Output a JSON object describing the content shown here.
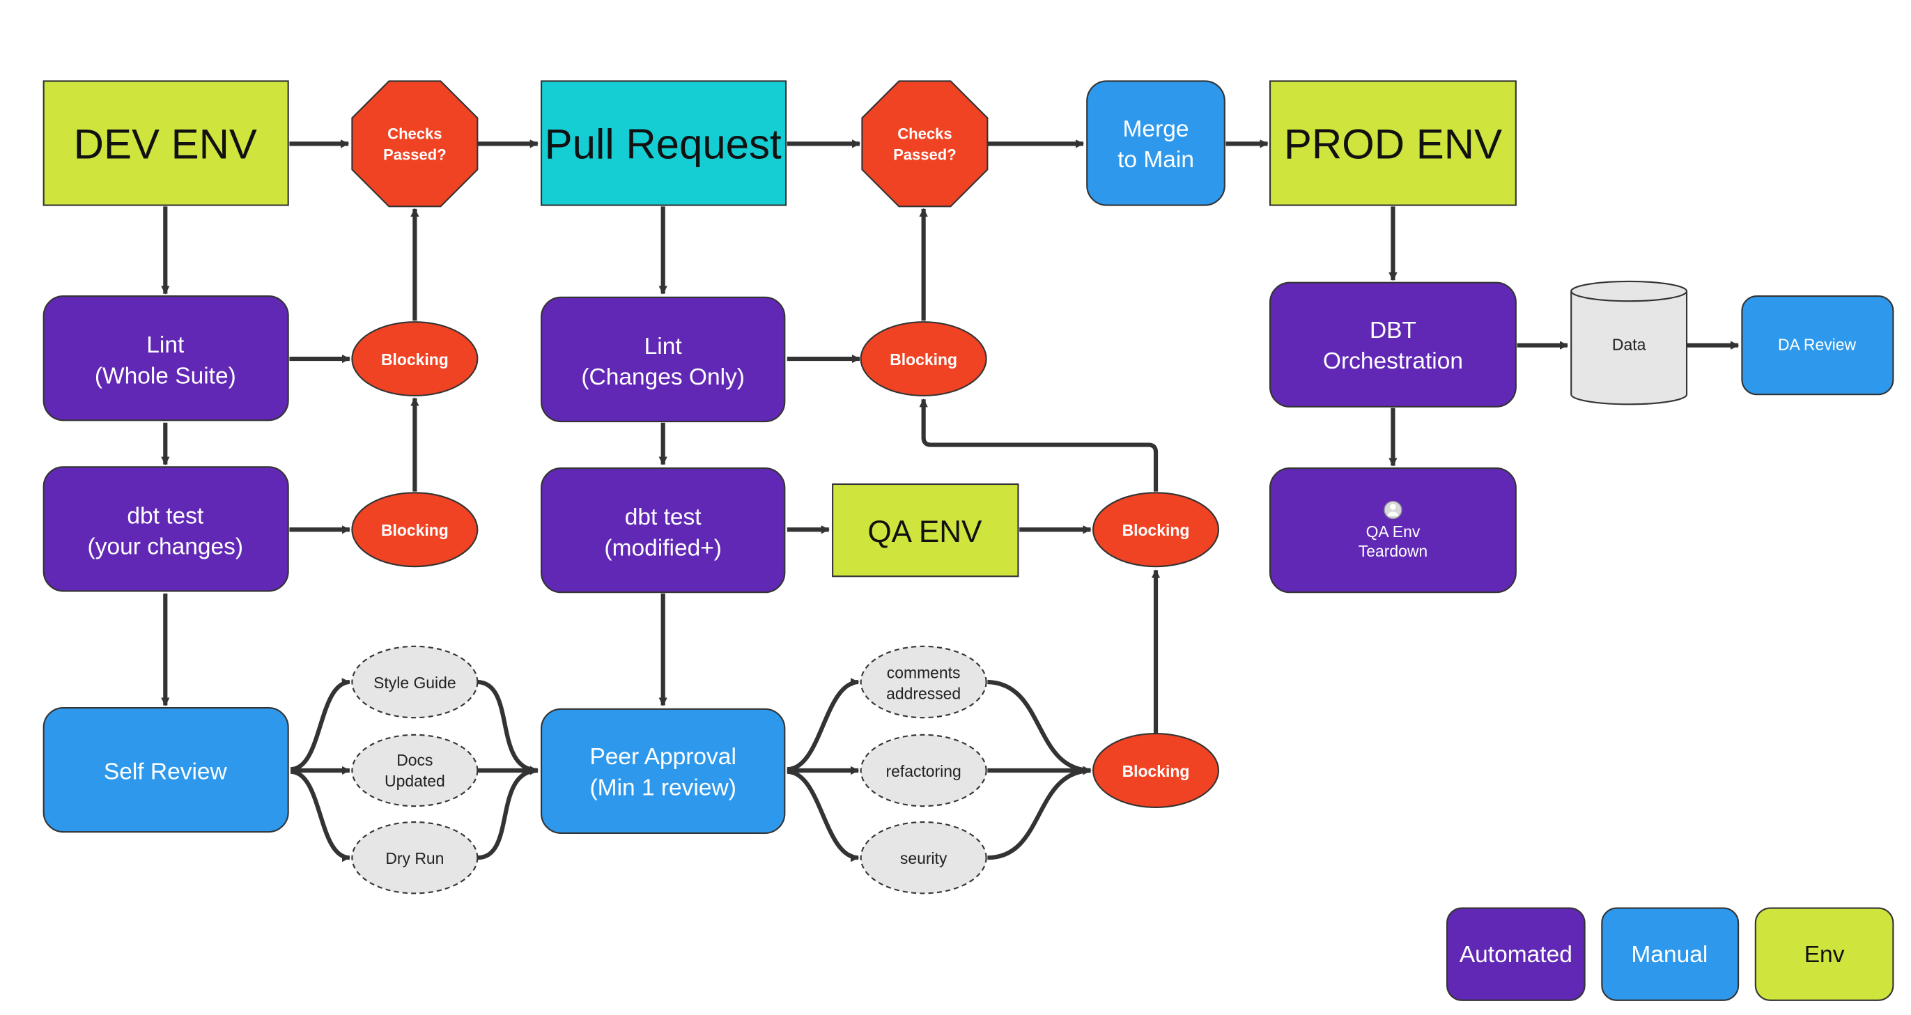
{
  "colors": {
    "automated": "#6128b5",
    "manual": "#2e99ec",
    "env": "#cfe53d",
    "pull_request": "#15ced4",
    "stop": "#f04323",
    "optional": "#e6e6e6",
    "data_store": "#e6e6e6",
    "edge": "#333333"
  },
  "nodes": {
    "dev_env": "DEV ENV",
    "pull_request": "Pull Request",
    "checks_1": [
      "Checks",
      "Passed?"
    ],
    "checks_2": [
      "Checks",
      "Passed?"
    ],
    "merge": [
      "Merge",
      "to Main"
    ],
    "prod_env": "PROD ENV",
    "lint_whole": [
      "Lint",
      "(Whole Suite)"
    ],
    "lint_changes": [
      "Lint",
      "(Changes Only)"
    ],
    "dbt_test_yours": [
      "dbt test",
      "(your changes)"
    ],
    "dbt_test_modified": [
      "dbt test",
      "(modified+)"
    ],
    "qa_env": "QA ENV",
    "self_review": "Self Review",
    "peer_approval": [
      "Peer Approval",
      "(Min 1 review)"
    ],
    "blocking_1": "Blocking",
    "blocking_2": "Blocking",
    "blocking_3": "Blocking",
    "blocking_4": "Blocking",
    "blocking_5": "Blocking",
    "style_guide": "Style Guide",
    "docs_updated": [
      "Docs",
      "Updated"
    ],
    "dry_run": "Dry Run",
    "comments": [
      "comments",
      "addressed"
    ],
    "refactoring": "refactoring",
    "security": "seurity",
    "dbt_orchestration": [
      "DBT",
      "Orchestration"
    ],
    "data": "Data",
    "da_review": "DA Review",
    "qa_teardown": [
      "QA Env",
      "Teardown"
    ]
  },
  "icons": {
    "qa_teardown": "avatar-icon"
  },
  "legend": {
    "automated": "Automated",
    "manual": "Manual",
    "env": "Env"
  }
}
